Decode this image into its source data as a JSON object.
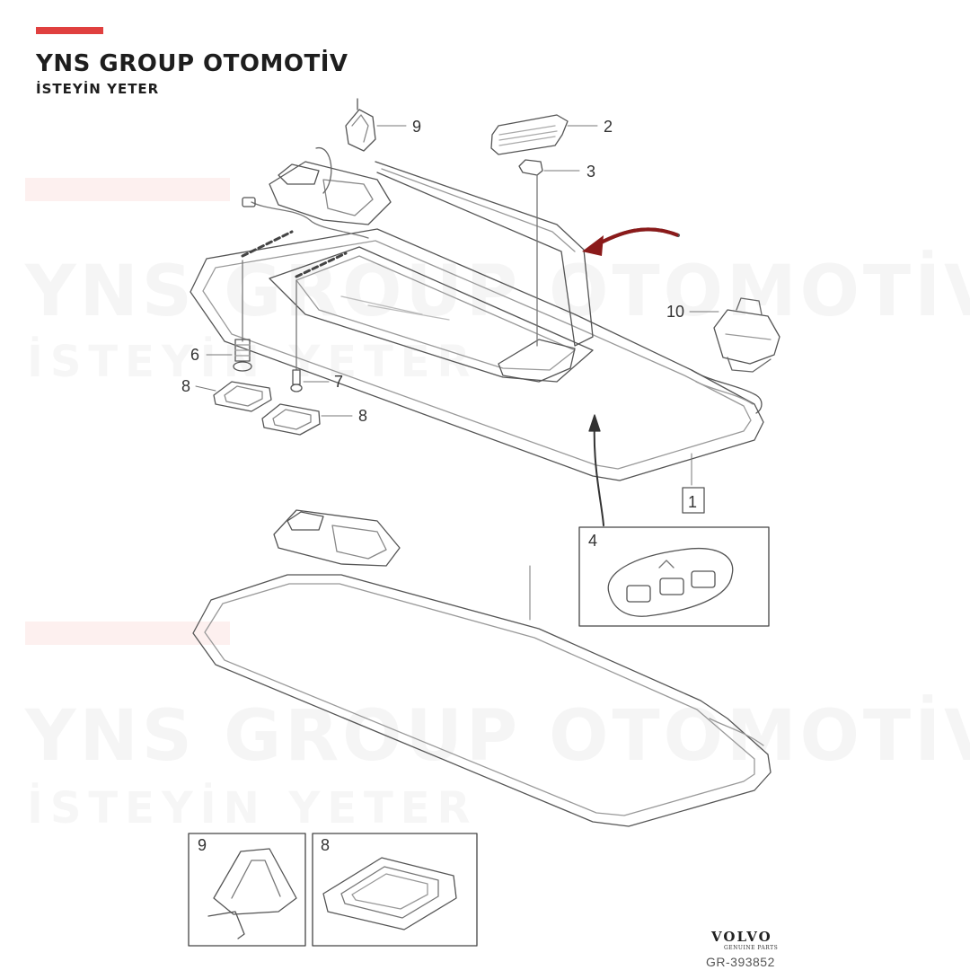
{
  "brand": {
    "title": "YNS GROUP OTOMOTİV",
    "tagline": "İSTEYİN YETER",
    "accent_color": "#e0403f"
  },
  "watermark": {
    "title": "YNS GROUP OTOMOTİV",
    "tagline": "İSTEYİN YETER"
  },
  "callouts": {
    "c1": "1",
    "c2": "2",
    "c3": "3",
    "c4": "4",
    "c6": "6",
    "c7": "7",
    "c8a": "8",
    "c8b": "8",
    "c9": "9",
    "c10": "10"
  },
  "detail_boxes": {
    "box4": "4",
    "box9": "9",
    "box8": "8"
  },
  "footer": {
    "logo": "VOLVO",
    "logo_sub": "GENUINE PARTS",
    "ref": "GR-393852"
  },
  "arrow_color": "#8b1a1a"
}
